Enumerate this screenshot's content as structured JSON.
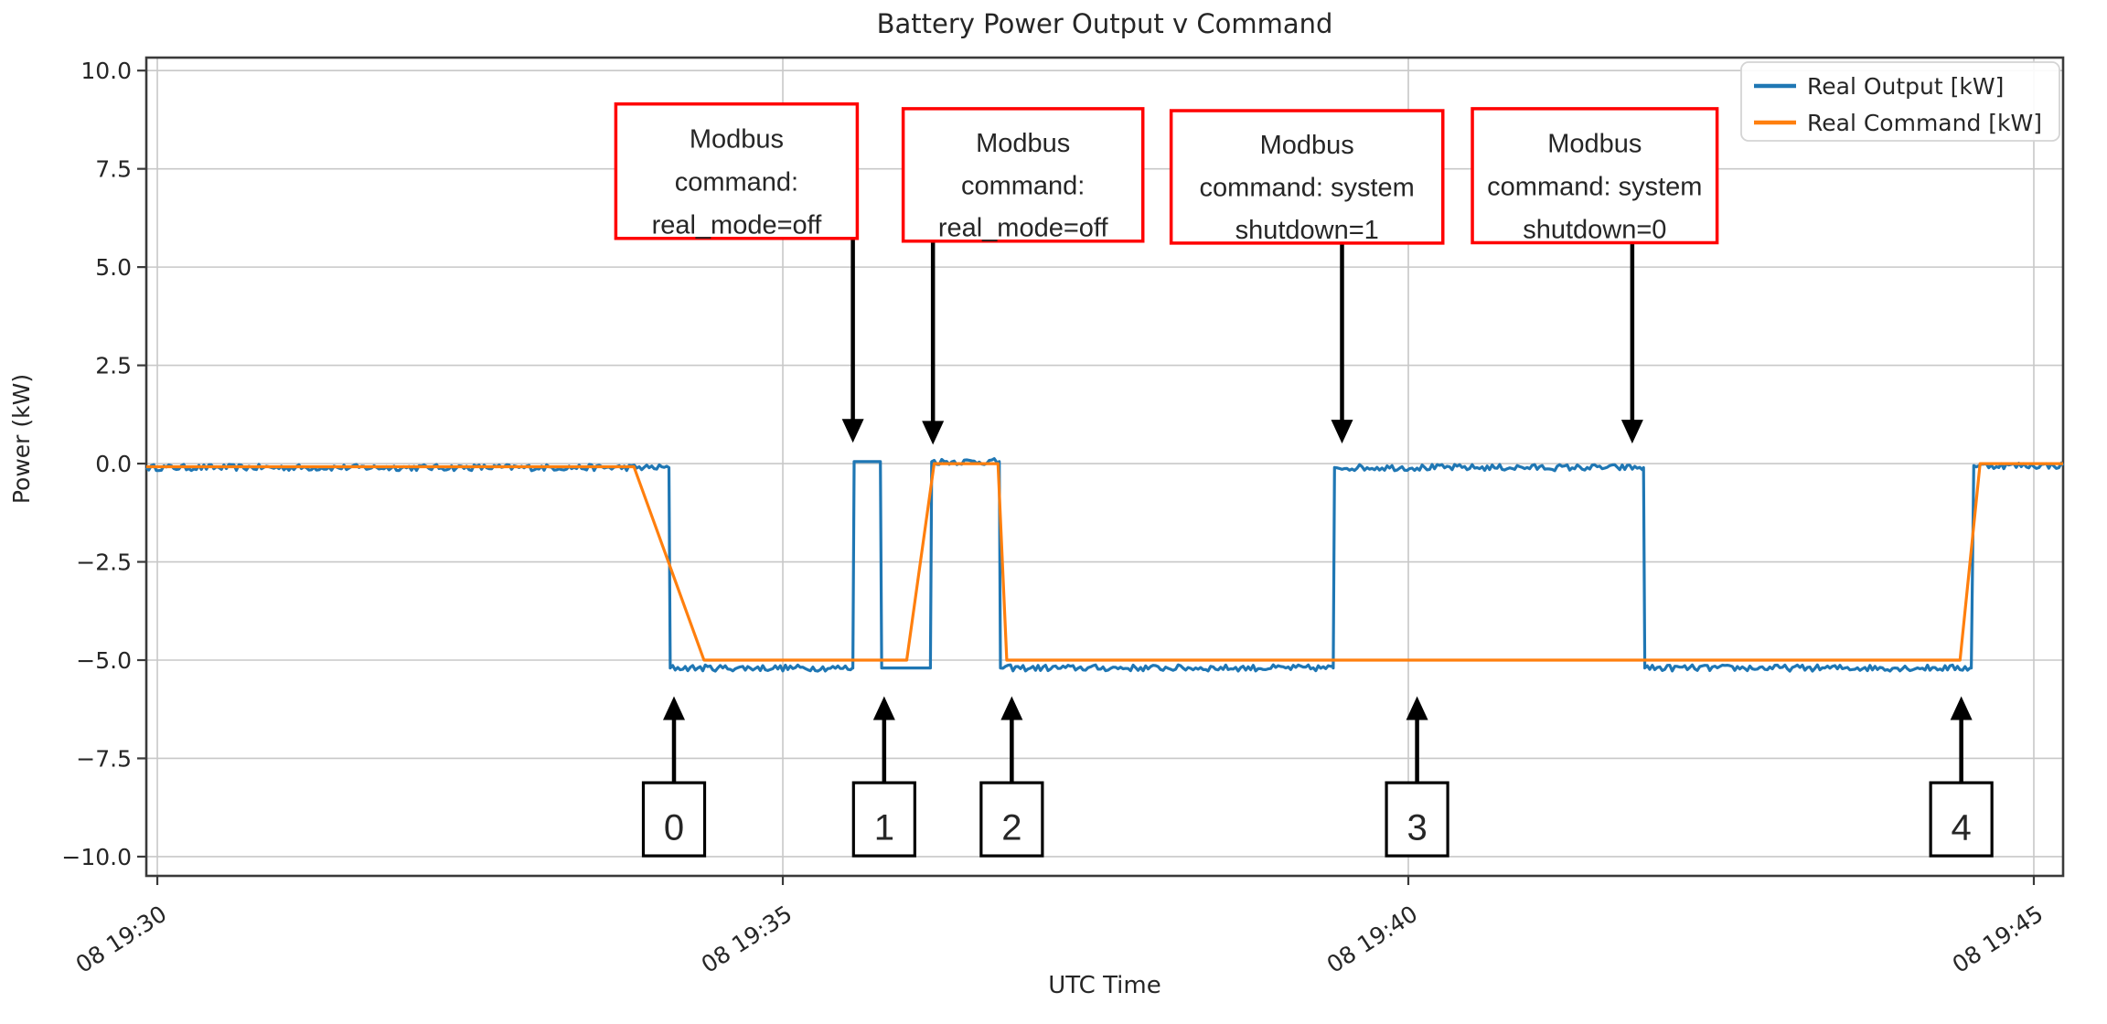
{
  "chart_data": {
    "type": "line",
    "title": "Battery Power Output v Command",
    "xlabel": "UTC Time",
    "ylabel": "Power  (kW)",
    "x_unit": "minutes after 08 19:30 UTC (day 08)",
    "xlim": [
      -0.088,
      15.234
    ],
    "ylim": [
      -10.49,
      10.33
    ],
    "grid": true,
    "xticks": [
      {
        "t": 0,
        "label": "08 19:30"
      },
      {
        "t": 5,
        "label": "08 19:35"
      },
      {
        "t": 10,
        "label": "08 19:40"
      },
      {
        "t": 15,
        "label": "08 19:45"
      }
    ],
    "yticks": [
      {
        "v": 10.0,
        "label": "10.0"
      },
      {
        "v": 7.5,
        "label": "7.5"
      },
      {
        "v": 5.0,
        "label": "5.0"
      },
      {
        "v": 2.5,
        "label": "2.5"
      },
      {
        "v": 0.0,
        "label": "0.0"
      },
      {
        "v": -2.5,
        "label": "−2.5"
      },
      {
        "v": -5.0,
        "label": "−5.0"
      },
      {
        "v": -7.5,
        "label": "−7.5"
      },
      {
        "v": -10.0,
        "label": "−10.0"
      }
    ],
    "legend": {
      "position": "upper right",
      "entries": [
        {
          "label": "Real Output [kW]",
          "color": "#1f77b4"
        },
        {
          "label": "Real Command [kW]",
          "color": "#ff7f0e"
        }
      ]
    },
    "series": [
      {
        "name": "Real Output [kW]",
        "color": "#1f77b4",
        "width": 3.2,
        "noise_amplitude": 0.08,
        "points": [
          [
            -0.088,
            -0.1
          ],
          [
            4.09,
            -0.1
          ],
          [
            4.1,
            -5.2
          ],
          [
            5.56,
            -5.2
          ],
          [
            5.57,
            0.05
          ],
          [
            5.78,
            0.05
          ],
          [
            5.79,
            -5.2
          ],
          [
            6.18,
            -5.2
          ],
          [
            6.19,
            0.05
          ],
          [
            6.73,
            0.05
          ],
          [
            6.74,
            -5.2
          ],
          [
            9.4,
            -5.2
          ],
          [
            9.41,
            -0.1
          ],
          [
            11.88,
            -0.1
          ],
          [
            11.89,
            -5.2
          ],
          [
            14.5,
            -5.2
          ],
          [
            14.52,
            -0.05
          ],
          [
            15.234,
            -0.05
          ]
        ]
      },
      {
        "name": "Real Command [kW]",
        "color": "#ff7f0e",
        "width": 3.2,
        "noise_amplitude": 0,
        "points": [
          [
            -0.088,
            -0.08
          ],
          [
            3.81,
            -0.08
          ],
          [
            4.37,
            -5.0
          ],
          [
            5.99,
            -5.0
          ],
          [
            6.21,
            0.0
          ],
          [
            6.72,
            0.0
          ],
          [
            6.79,
            -5.0
          ],
          [
            14.41,
            -5.0
          ],
          [
            14.57,
            0.0
          ],
          [
            15.234,
            0.0
          ]
        ]
      }
    ],
    "command_annotations": [
      {
        "lines": [
          "Modbus",
          "command:",
          "real_mode=off"
        ],
        "target_t": 5.56,
        "box_center_t": 4.63,
        "box_halfwidth_min": 0.965,
        "box_top_kw": 9.15,
        "box_bottom_kw": 5.73,
        "arrow_tip_kw": 0.53
      },
      {
        "lines": [
          "Modbus",
          "command:",
          "real_mode=off"
        ],
        "target_t": 6.2,
        "box_center_t": 6.92,
        "box_halfwidth_min": 0.958,
        "box_top_kw": 9.03,
        "box_bottom_kw": 5.66,
        "arrow_tip_kw": 0.48
      },
      {
        "lines": [
          "Modbus",
          "command: system",
          "shutdown=1"
        ],
        "target_t": 9.47,
        "box_center_t": 9.19,
        "box_halfwidth_min": 1.086,
        "box_top_kw": 8.98,
        "box_bottom_kw": 5.61,
        "arrow_tip_kw": 0.51
      },
      {
        "lines": [
          "Modbus",
          "command: system",
          "shutdown=0"
        ],
        "target_t": 11.79,
        "box_center_t": 11.49,
        "box_halfwidth_min": 0.978,
        "box_top_kw": 9.03,
        "box_bottom_kw": 5.62,
        "arrow_tip_kw": 0.51
      }
    ],
    "event_markers": [
      {
        "label": "0",
        "t": 4.13
      },
      {
        "label": "1",
        "t": 5.81
      },
      {
        "label": "2",
        "t": 6.83
      },
      {
        "label": "3",
        "t": 10.07
      },
      {
        "label": "4",
        "t": 14.42
      }
    ],
    "marker_geom": {
      "box_top_kw": -8.12,
      "box_bottom_kw": -9.98,
      "box_halfwidth_min": 0.245,
      "arrow_tip_kw": -5.92
    },
    "colors": {
      "annotation": "#ff0000",
      "marker": "#000000",
      "grid": "#c8c8c8",
      "spine": "#3a3a3a",
      "text": "#262626",
      "legend_border": "#d4d4d4",
      "background": "#ffffff"
    }
  }
}
